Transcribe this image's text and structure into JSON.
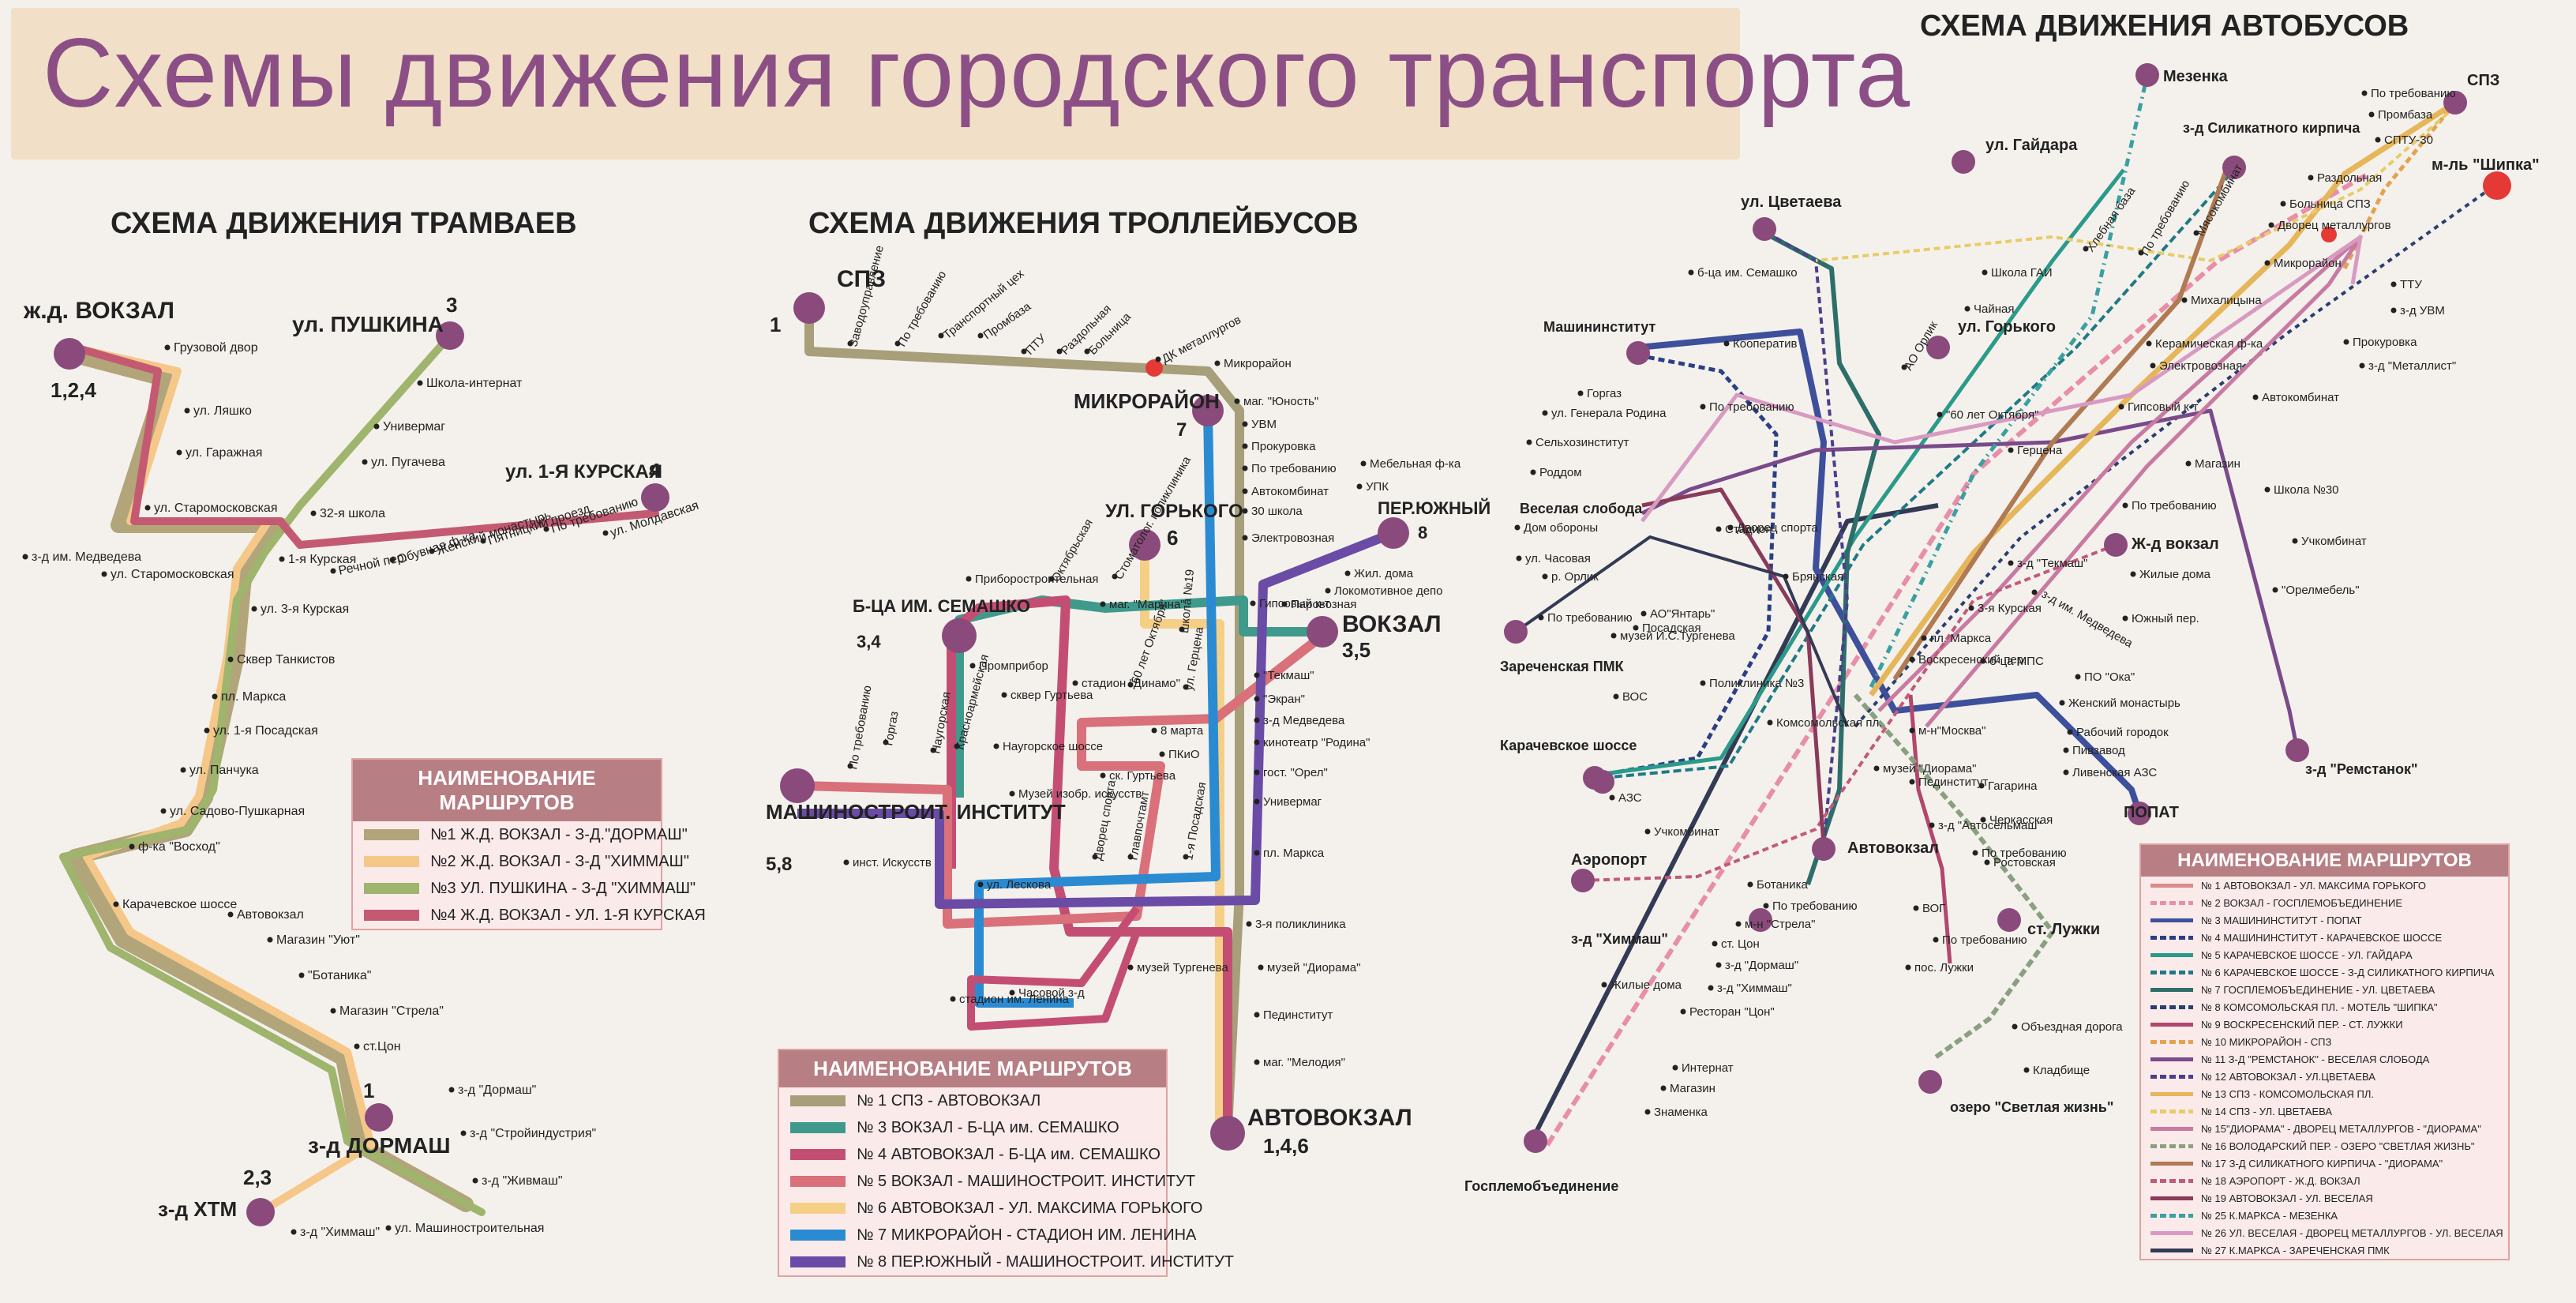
{
  "title": "Схемы движения городского транспорта",
  "colors": {
    "background": "#f4f1ec",
    "title": "#8b4f86",
    "station": "#8a4a7c",
    "banner": "#f1dfc8"
  },
  "tram": {
    "title": "СХЕМА ДВИЖЕНИЯ ТРАМВАЕВ",
    "terminals": [
      {
        "name": "ж.д. ВОКЗАЛ",
        "num": "1,2,4"
      },
      {
        "name": "ул. ПУШКИНА",
        "num": "3"
      },
      {
        "name": "ул. 1-Я КУРСКАЯ",
        "num": "4"
      },
      {
        "name": "з-д ДОРМАШ",
        "num": "1"
      },
      {
        "name": "з-д ХТМ",
        "num": "2,3"
      }
    ],
    "stops": [
      "Грузовой двор",
      "ул. Ляшко",
      "ул. Гаражная",
      "ул. Старомосковская",
      "з-д им. Медведева",
      "ул. Старомосковская",
      "Школа-интернат",
      "Универмаг",
      "ул. Пугачева",
      "32-я школа",
      "1-я Курская",
      "Речной пер.",
      "Обувная ф-ка",
      "Женский монастырь",
      "Пятницкий проезд",
      "По требованию",
      "ул. Молдавская",
      "ул. 3-я Курская",
      "Сквер Танкистов",
      "пл. Маркса",
      "ул. 1-я Посадская",
      "ул. Панчука",
      "ул. Садово-Пушкарная",
      "ф-ка \"Восход\"",
      "Карачевское шоссе",
      "Автовокзал",
      "Магазин \"Уют\"",
      "\"Ботаника\"",
      "Магазин \"Стрела\"",
      "ст.Цон",
      "з-д \"Дормаш\"",
      "з-д \"Стройиндустрия\"",
      "з-д \"Живмаш\"",
      "ул. Машиностроительная",
      "з-д \"Химмаш\""
    ],
    "legend": {
      "heading": "НАИМЕНОВАНИЕ МАРШРУТОВ",
      "items": [
        {
          "label": "№1  Ж.Д. ВОКЗАЛ - З-Д.\"ДОРМАШ\"",
          "color": "#b2a57a"
        },
        {
          "label": "№2  Ж.Д. ВОКЗАЛ - З-Д \"ХИММАШ\"",
          "color": "#f5c88a"
        },
        {
          "label": "№3  УЛ. ПУШКИНА - З-Д \"ХИММАШ\"",
          "color": "#9fb46c"
        },
        {
          "label": "№4  Ж.Д. ВОКЗАЛ - УЛ. 1-Я КУРСКАЯ",
          "color": "#c45a72"
        }
      ]
    }
  },
  "trolley": {
    "title": "СХЕМА ДВИЖЕНИЯ ТРОЛЛЕЙБУСОВ",
    "terminals": [
      {
        "name": "СПЗ",
        "num": "1"
      },
      {
        "name": "МИКРОРАЙОН",
        "num": "7"
      },
      {
        "name": "УЛ. ГОРЬКОГО",
        "num": "6"
      },
      {
        "name": "ПЕР.ЮЖНЫЙ",
        "num": "8"
      },
      {
        "name": "Б-ЦА ИМ. СЕМАШКО",
        "num": "3,4"
      },
      {
        "name": "ВОКЗАЛ",
        "num": "3,5"
      },
      {
        "name": "МАШИНОСТРОИТ. ИНСТИТУТ",
        "num": "5,8"
      },
      {
        "name": "АВТОВОКЗАЛ",
        "num": "1,4,6"
      }
    ],
    "stops": [
      "Заводоуправление",
      "По требованию",
      "Транспортный цех",
      "Промбаза",
      "ПТУ",
      "Раздольная",
      "Больница",
      "ДК металлургов",
      "Микрорайон",
      "маг. \"Юность\"",
      "УВМ",
      "Прокуровка",
      "По требованию",
      "Автокомбинат",
      "30 школа",
      "Электровозная",
      "УПК",
      "Мебельная ф-ка",
      "Жил. дома",
      "Локомотивное депо",
      "Паровозная",
      "Гипсовый к-т",
      "\"Текмаш\"",
      "\"Экран\"",
      "з-д Медведева",
      "кинотеатр \"Родина\"",
      "гост. \"Орел\"",
      "Универмаг",
      "пл. Маркса",
      "3-я поликлиника",
      "музей \"Диорама\"",
      "Пединститут",
      "маг. \"Мелодия\"",
      "Приборостроительная",
      "Октябрьская",
      "Стоматолог. поликлиника",
      "маг. \"Марина\"",
      "школа №19",
      "стадион \"Динамо\"",
      "\"60 лет Октября\"",
      "ул. Герцена",
      "8 марта",
      "ПКиО",
      "Промприбор",
      "сквер Гуртьева",
      "Наугорское шоссе",
      "Музей изобр. искусств",
      "ск. Гуртьева",
      "Дворец спорта",
      "Главпочтамт",
      "1-я Посадская",
      "По требованию",
      "Горгаз",
      "Наугорская",
      "Красноармейская",
      "инст. Искусств",
      "ул. Лескова",
      "стадион им. Ленина",
      "Часовой з-д",
      "музей Тургенева"
    ],
    "legend": {
      "heading": "НАИМЕНОВАНИЕ МАРШРУТОВ",
      "items": [
        {
          "label": "№ 1  СПЗ - АВТОВОКЗАЛ",
          "color": "#a79e7a"
        },
        {
          "label": "№ 3  ВОКЗАЛ - Б-ЦА им. СЕМАШКО",
          "color": "#3f9a8c"
        },
        {
          "label": "№ 4  АВТОВОКЗАЛ - Б-ЦА им. СЕМАШКО",
          "color": "#c44e73"
        },
        {
          "label": "№ 5 ВОКЗАЛ - МАШИНОСТРОИТ. ИНСТИТУТ",
          "color": "#d9707a"
        },
        {
          "label": "№ 6 АВТОВОКЗАЛ - УЛ. МАКСИМА ГОРЬКОГО",
          "color": "#f6cf86"
        },
        {
          "label": "№ 7 МИКРОРАЙОН - СТАДИОН ИМ. ЛЕНИНА",
          "color": "#2a8bd2"
        },
        {
          "label": "№ 8 ПЕР.ЮЖНЫЙ - МАШИНОСТРОИТ. ИНСТИТУТ",
          "color": "#6a4ba6"
        }
      ]
    }
  },
  "bus": {
    "title": "СХЕМА ДВИЖЕНИЯ АВТОБУСОВ",
    "terminals": [
      {
        "name": "Мезенка"
      },
      {
        "name": "СПЗ"
      },
      {
        "name": "ул. Гайдара"
      },
      {
        "name": "з-д Силикатного кирпича"
      },
      {
        "name": "м-ль \"Шипка\""
      },
      {
        "name": "ул. Цветаева"
      },
      {
        "name": "ул. Горького"
      },
      {
        "name": "Машининститут"
      },
      {
        "name": "Веселая слобода"
      },
      {
        "name": "Ж-д вокзал"
      },
      {
        "name": "Зареченская ПМК"
      },
      {
        "name": "Карачевское шоссе"
      },
      {
        "name": "з-д \"Ремстанок\""
      },
      {
        "name": "ПОПАТ"
      },
      {
        "name": "Автовокзал"
      },
      {
        "name": "Аэропорт"
      },
      {
        "name": "з-д \"Химмаш\""
      },
      {
        "name": "ст. Лужки"
      },
      {
        "name": "озеро \"Светлая жизнь\""
      },
      {
        "name": "Госплемобъединение"
      }
    ],
    "stops": [
      "По требованию",
      "Промбаза",
      "СПТУ-30",
      "Раздольная",
      "Больница СПЗ",
      "Дворец металлургов",
      "Микрорайон",
      "ТТУ",
      "з-д УВМ",
      "Прокуровка",
      "з-д \"Металлист\"",
      "Автокомбинат",
      "Хлебная база",
      "По требованию",
      "Мясокомбинат",
      "Школа ГАИ",
      "Чайная",
      "Михалицына",
      "Керамическая ф-ка",
      "Электровозная",
      "Гипсовый к-т",
      "Герцена",
      "б-ца им. Семашко",
      "Кооператив",
      "АО Орлик",
      "\"60 лет Октября\"",
      "Горгаз",
      "ул. Генерала Родина",
      "Сельхозинститут",
      "Роддом",
      "Дом обороны",
      "По требованию",
      "Стадион",
      "ул. Часовая",
      "р. Орлик",
      "По требованию",
      "АО\"Янтарь\"",
      "музей И.С.Тургенева",
      "Посадская",
      "Поликлиника №3",
      "ВОС",
      "АЗС",
      "Учкомбинат",
      "Комсомольская пл.",
      "Дворец спорта",
      "Брянская",
      "пл. Маркса",
      "Воскресенский пер.",
      "б-ца МПС",
      "3-я Курская",
      "з-д \"Текмаш\"",
      "з-д им. Медведева",
      "Магазин",
      "По требованию",
      "Школа №30",
      "Учкомбинат",
      "Жилые дома",
      "\"Орелмебель\"",
      "Южный пер.",
      "ПО \"Ока\"",
      "Женский монастырь",
      "Рабочий городок",
      "Пивзавод",
      "Ливенская АЗС",
      "м-н\"Москва\"",
      "музей \"Диорама\"",
      "Пединститут",
      "з-д \"Автосельмаш\"",
      "Гагарина",
      "Черкасская",
      "По требованию",
      "Ростовская",
      "ВОГ",
      "По требованию",
      "пос. Лужки",
      "Объездная дорога",
      "Кладбище",
      "Ботаника",
      "По требованию",
      "м-н \"Стрела\"",
      "ст. Цон",
      "з-д \"Дормаш\"",
      "з-д \"Химмаш\"",
      "Ресторан \"Цон\"",
      "Интернат",
      "Магазин",
      "Знаменка",
      "Жилые дома"
    ],
    "legend": {
      "heading": "НАИМЕНОВАНИЕ МАРШРУТОВ",
      "items": [
        {
          "label": "№ 1 АВТОВОКЗАЛ - УЛ. МАКСИМА ГОРЬКОГО",
          "color": "#d98a8a",
          "style": "solid"
        },
        {
          "label": "№ 2  ВОКЗАЛ - ГОСПЛЕМОБЪЕДИНЕНИЕ",
          "color": "#e88ea8",
          "style": "dashed"
        },
        {
          "label": "№ 3 МАШИНИНСТИТУТ - ПОПАТ",
          "color": "#3e4f9c",
          "style": "solid"
        },
        {
          "label": "№ 4  МАШИНИНСТИТУТ - КАРАЧЕВСКОЕ ШОССЕ",
          "color": "#2b3f86",
          "style": "dashed"
        },
        {
          "label": "№ 5 КАРАЧЕВСКОЕ ШОССЕ - УЛ. ГАЙДАРА",
          "color": "#2a9a8a",
          "style": "solid"
        },
        {
          "label": "№ 6 КАРАЧЕВСКОЕ ШОССЕ - З-Д СИЛИКАТНОГО КИРПИЧА",
          "color": "#1f7a86",
          "style": "dashed"
        },
        {
          "label": "№ 7  ГОСПЛЕМОБЪЕДИНЕНИЕ - УЛ. ЦВЕТАЕВА",
          "color": "#2d6e6a",
          "style": "solid"
        },
        {
          "label": "№ 8  КОМСОМОЛЬСКАЯ ПЛ. - МОТЕЛЬ \"ШИПКА\"",
          "color": "#2a3f70",
          "style": "dashed"
        },
        {
          "label": "№ 9  ВОСКРЕСЕНСКИЙ ПЕР. - СТ. ЛУЖКИ",
          "color": "#b2476d",
          "style": "solid"
        },
        {
          "label": "№ 10  МИКРОРАЙОН - СПЗ",
          "color": "#e3a34f",
          "style": "dashed"
        },
        {
          "label": "№ 11  З-Д \"РЕМСТАНОК\" - ВЕСЕЛАЯ СЛОБОДА",
          "color": "#7a4a8a",
          "style": "solid"
        },
        {
          "label": "№ 12  АВТОВОКЗАЛ - УЛ.ЦВЕТАЕВА",
          "color": "#4a3f8a",
          "style": "dashed"
        },
        {
          "label": "№ 13  СПЗ - КОМСОМОЛЬСКАЯ ПЛ.",
          "color": "#e6b65a",
          "style": "solid"
        },
        {
          "label": "№ 14  СПЗ - УЛ. ЦВЕТАЕВА",
          "color": "#e8cc6a",
          "style": "dashed"
        },
        {
          "label": "№ 15\"ДИОРАМА\" - ДВОРЕЦ МЕТАЛЛУРГОВ - \"ДИОРАМА\"",
          "color": "#c87aa2",
          "style": "solid"
        },
        {
          "label": "№ 16  ВОЛОДАРСКИЙ ПЕР. - ОЗЕРО \"СВЕТЛАЯ ЖИЗНЬ\"",
          "color": "#8aa080",
          "style": "dashed"
        },
        {
          "label": "№ 17  З-Д СИЛИКАТНОГО КИРПИЧА - \"ДИОРАМА\"",
          "color": "#b07a52",
          "style": "solid"
        },
        {
          "label": "№ 18  АЭРОПОРТ - Ж.Д. ВОКЗАЛ",
          "color": "#c25a7a",
          "style": "dashed"
        },
        {
          "label": "№ 19  АВТОВОКЗАЛ - УЛ. ВЕСЕЛАЯ",
          "color": "#8a3a5a",
          "style": "solid"
        },
        {
          "label": "№ 25  К.МАРКСА - МЕЗЕНКА",
          "color": "#3aa0a0",
          "style": "dashed"
        },
        {
          "label": "№ 26  УЛ. ВЕСЕЛАЯ - ДВОРЕЦ МЕТАЛЛУРГОВ - УЛ. ВЕСЕЛАЯ",
          "color": "#d99ac2",
          "style": "solid"
        },
        {
          "label": "№ 27  К.МАРКСА - ЗАРЕЧЕНСКАЯ ПМК",
          "color": "#333a55",
          "style": "solid"
        }
      ]
    }
  }
}
